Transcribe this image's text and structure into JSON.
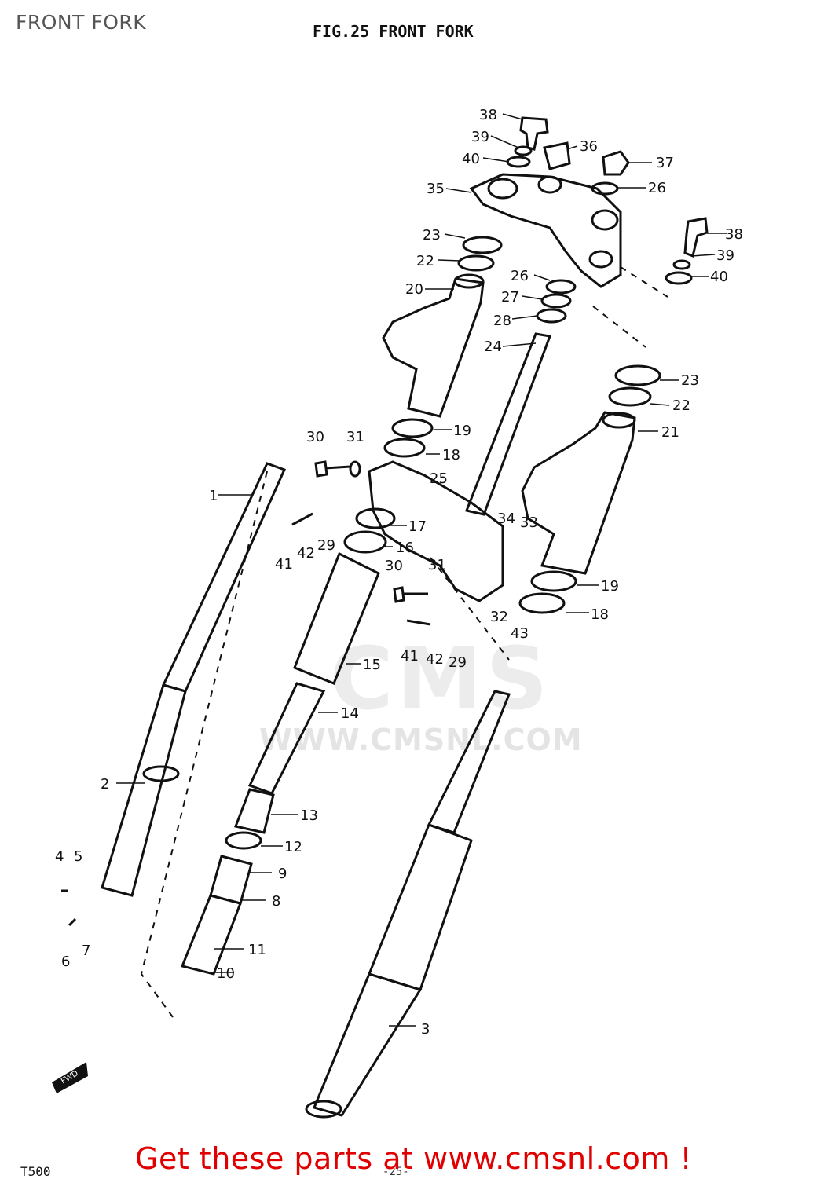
{
  "header": {
    "title": "FRONT FORK"
  },
  "figure": {
    "caption": "FIG.25 FRONT FORK"
  },
  "watermark": {
    "logo": "CMS",
    "url": "WWW.CMSNL.COM"
  },
  "footer": {
    "cta": "Get these parts at www.cmsnl.com !",
    "model": "T500",
    "page": "-25-"
  },
  "fwd_marker": "FWD",
  "callouts": [
    "38",
    "39",
    "40",
    "36",
    "37",
    "35",
    "26",
    "23",
    "22",
    "20",
    "26",
    "27",
    "28",
    "24",
    "38",
    "39",
    "40",
    "23",
    "22",
    "21",
    "19",
    "18",
    "30",
    "31",
    "25",
    "1",
    "34",
    "33",
    "17",
    "29",
    "42",
    "16",
    "41",
    "30",
    "31",
    "19",
    "18",
    "32",
    "43",
    "41",
    "42",
    "29",
    "15",
    "14",
    "2",
    "13",
    "12",
    "9",
    "8",
    "4",
    "5",
    "11",
    "10",
    "6",
    "7",
    "3"
  ],
  "colors": {
    "line": "#111111",
    "cta": "#e00000",
    "watermark": "#e6e6e6"
  }
}
